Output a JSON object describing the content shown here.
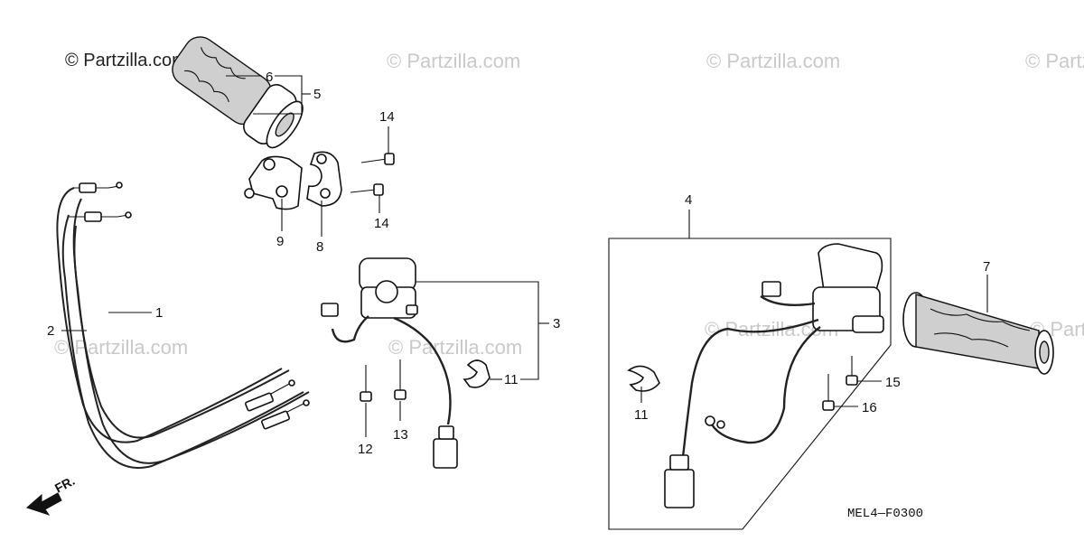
{
  "watermark_logo": "© Partzilla.com",
  "watermark_text": "© Partzilla.com",
  "diagram_code": "MEL4—F0300",
  "front_marker": "FR.",
  "callouts": {
    "c1": "1",
    "c2": "2",
    "c3": "3",
    "c4": "4",
    "c5": "5",
    "c6": "6",
    "c7": "7",
    "c8": "8",
    "c9": "9",
    "c11a": "11",
    "c11b": "11",
    "c12": "12",
    "c13": "13",
    "c14a": "14",
    "c14b": "14",
    "c15": "15",
    "c16": "16"
  }
}
